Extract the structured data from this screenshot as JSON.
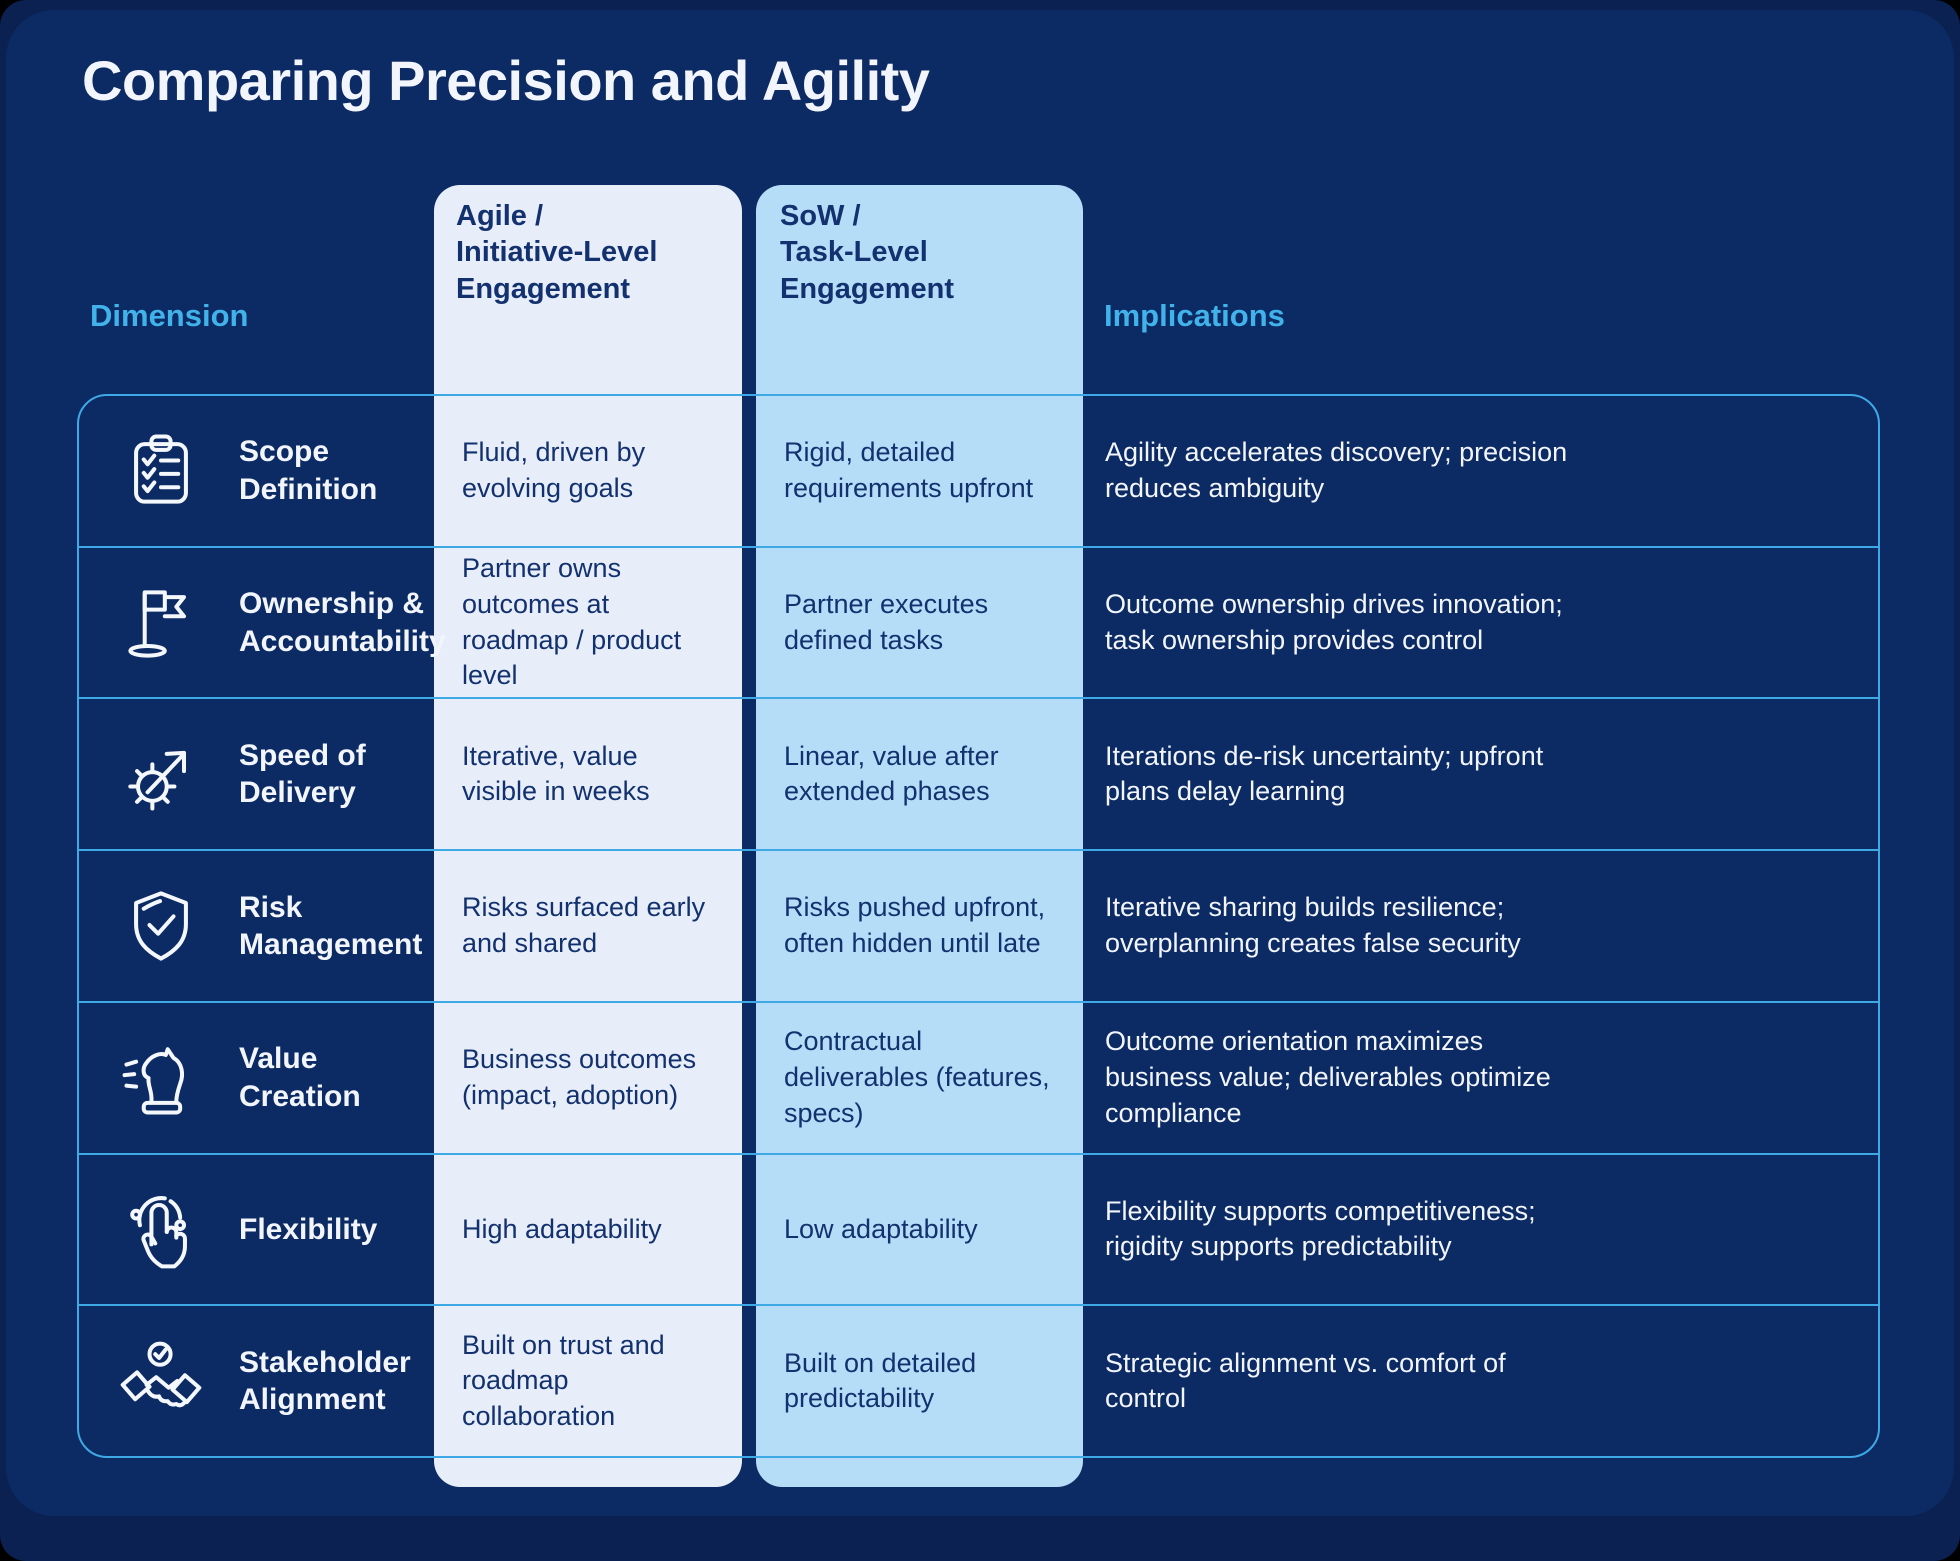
{
  "title": "Comparing Precision and Agility",
  "colors": {
    "bg": "#0C2A63",
    "page": "#0A2152",
    "accent": "#41B3EA",
    "line": "#3FA9E6",
    "agile_card": "#E7EEF9",
    "sow_card": "#B5DDF8",
    "dark_text": "#12316E",
    "light_text": "#F2F6FC"
  },
  "table": {
    "headers": {
      "dimension": "Dimension",
      "agile": "Agile /\nInitiative-Level\nEngagement",
      "sow": "SoW /\nTask-Level\nEngagement",
      "implications": "Implications"
    },
    "rows": [
      {
        "icon": "clipboard-checklist-icon",
        "dimension": "Scope\nDefinition",
        "agile": "Fluid, driven by evolving goals",
        "sow": "Rigid, detailed requirements upfront",
        "implications": "Agility accelerates discovery; precision reduces ambiguity"
      },
      {
        "icon": "flag-marker-icon",
        "dimension": "Ownership &\nAccountability",
        "agile": "Partner owns outcomes at roadmap / product level",
        "sow": "Partner executes defined tasks",
        "implications": "Outcome ownership drives innovation; task ownership provides control"
      },
      {
        "icon": "gear-arrow-icon",
        "dimension": "Speed of\nDelivery",
        "agile": "Iterative, value visible in weeks",
        "sow": "Linear, value after extended phases",
        "implications": "Iterations de-risk uncertainty; upfront plans delay learning"
      },
      {
        "icon": "shield-check-icon",
        "dimension": "Risk\nManagement",
        "agile": "Risks surfaced early and shared",
        "sow": "Risks pushed upfront, often hidden until late",
        "implications": "Iterative sharing builds resilience; overplanning creates false security"
      },
      {
        "icon": "chess-knight-icon",
        "dimension": "Value\nCreation",
        "agile": "Business outcomes (impact, adoption)",
        "sow": "Contractual deliverables (features, specs)",
        "implications": "Outcome orientation maximizes business value; deliverables optimize compliance"
      },
      {
        "icon": "tap-gesture-icon",
        "dimension": "Flexibility",
        "agile": "High adaptability",
        "sow": "Low adaptability",
        "implications": "Flexibility supports competitiveness; rigidity supports predictability"
      },
      {
        "icon": "handshake-check-icon",
        "dimension": "Stakeholder\nAlignment",
        "agile": "Built on trust and roadmap collaboration",
        "sow": "Built on detailed predictability",
        "implications": "Strategic alignment vs. comfort of control"
      }
    ]
  }
}
